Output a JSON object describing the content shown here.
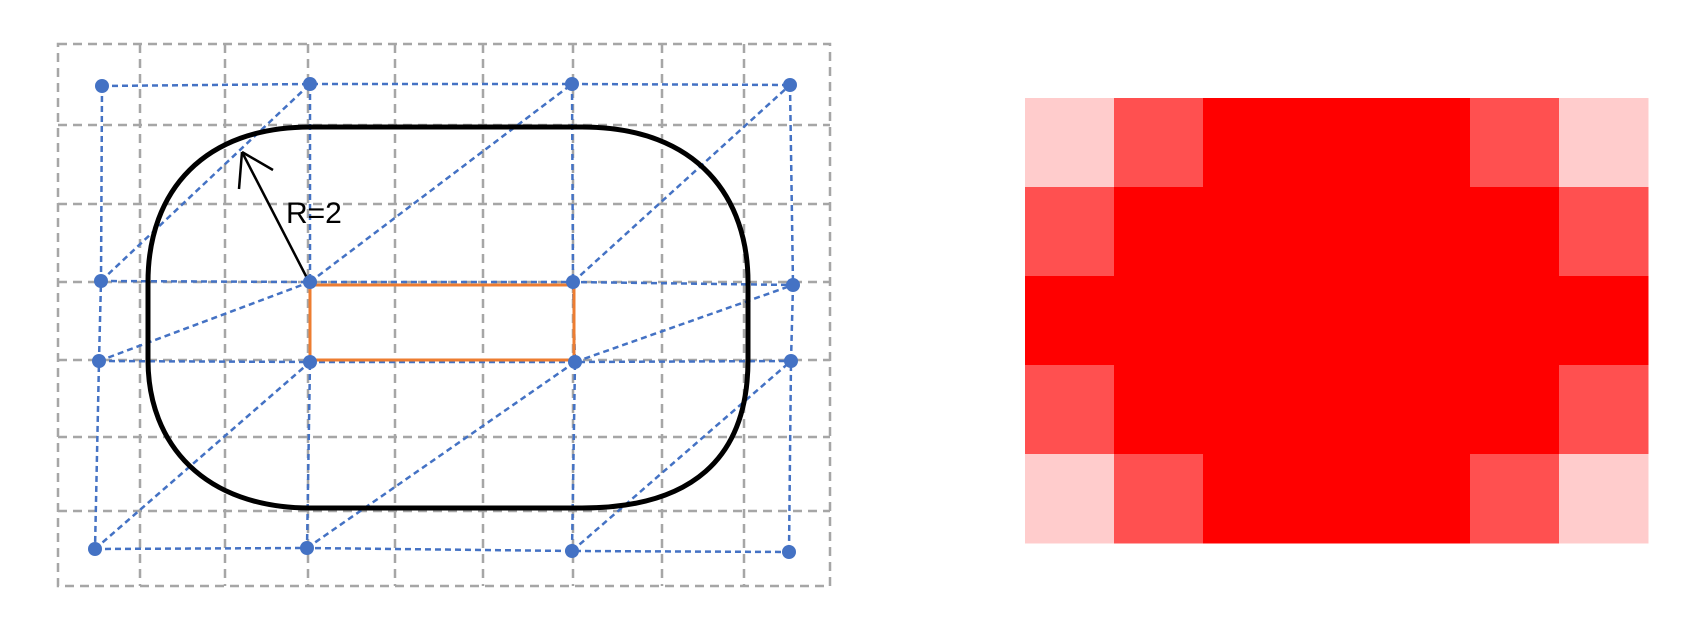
{
  "left_diagram": {
    "radius_label": "R=2",
    "colors": {
      "grid": "#a6a6a6",
      "control_lines": "#4472c4",
      "stadium_outline": "#000000",
      "inner_rectangle": "#ed7d31"
    }
  },
  "right_diagram": {
    "rows": 5,
    "cols": 7,
    "legend": {
      "dark": "#ff0000",
      "medium": "#ff5050",
      "light": "#ffcccc"
    },
    "cells": [
      [
        "light",
        "medium",
        "dark",
        "dark",
        "dark",
        "medium",
        "light"
      ],
      [
        "medium",
        "dark",
        "dark",
        "dark",
        "dark",
        "dark",
        "medium"
      ],
      [
        "dark",
        "dark",
        "dark",
        "dark",
        "dark",
        "dark",
        "dark"
      ],
      [
        "medium",
        "dark",
        "dark",
        "dark",
        "dark",
        "dark",
        "medium"
      ],
      [
        "light",
        "medium",
        "dark",
        "dark",
        "dark",
        "medium",
        "light"
      ]
    ]
  }
}
